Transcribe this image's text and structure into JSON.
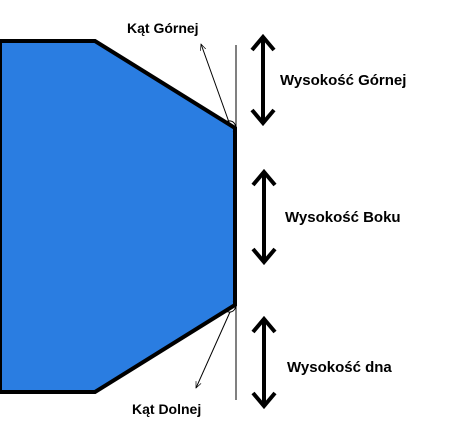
{
  "labels": {
    "top_angle": "Kąt Górnej",
    "top_height": "Wysokość Górnej",
    "side_height": "Wysokość Boku",
    "bottom_height": "Wysokość dna",
    "bottom_angle": "Kąt Dolnej"
  },
  "colors": {
    "shape_fill": "#2a7de1",
    "outline": "#000000",
    "background": "#ffffff"
  },
  "icons": {
    "height_arrow": "double-headed-vertical-arrow",
    "angle_pointer": "thin-pointer-arrow",
    "angle_marker": "small-arc"
  }
}
